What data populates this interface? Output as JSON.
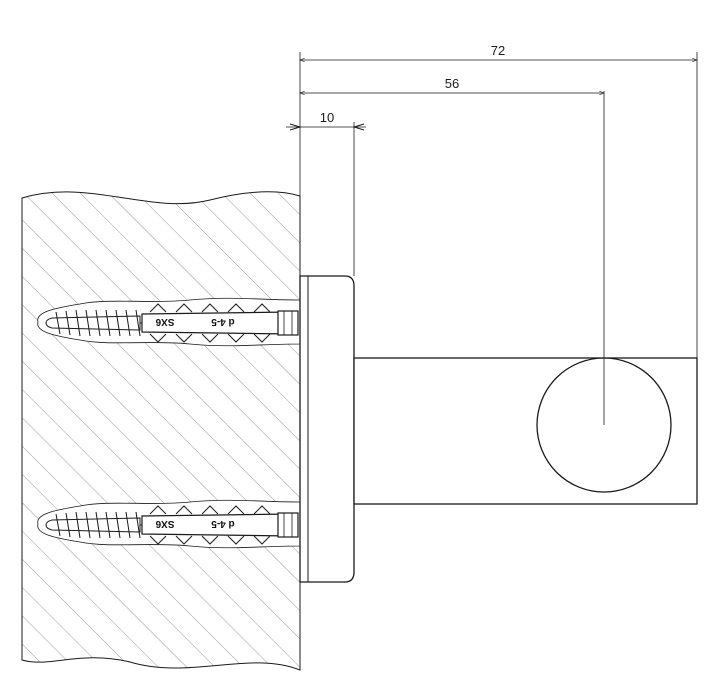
{
  "dimensions": {
    "overall": "72",
    "to_center": "56",
    "plate": "10"
  },
  "anchors": [
    {
      "brand": "SX6",
      "size": "d 4-5"
    },
    {
      "brand": "SX6",
      "size": "d 4-5"
    }
  ],
  "colors": {
    "line": "#1a1a1a",
    "hatch": "#9a9a9a",
    "background": "#ffffff"
  },
  "icons": {
    "screw": "wood-screw-icon",
    "plug": "wall-plug-icon"
  }
}
